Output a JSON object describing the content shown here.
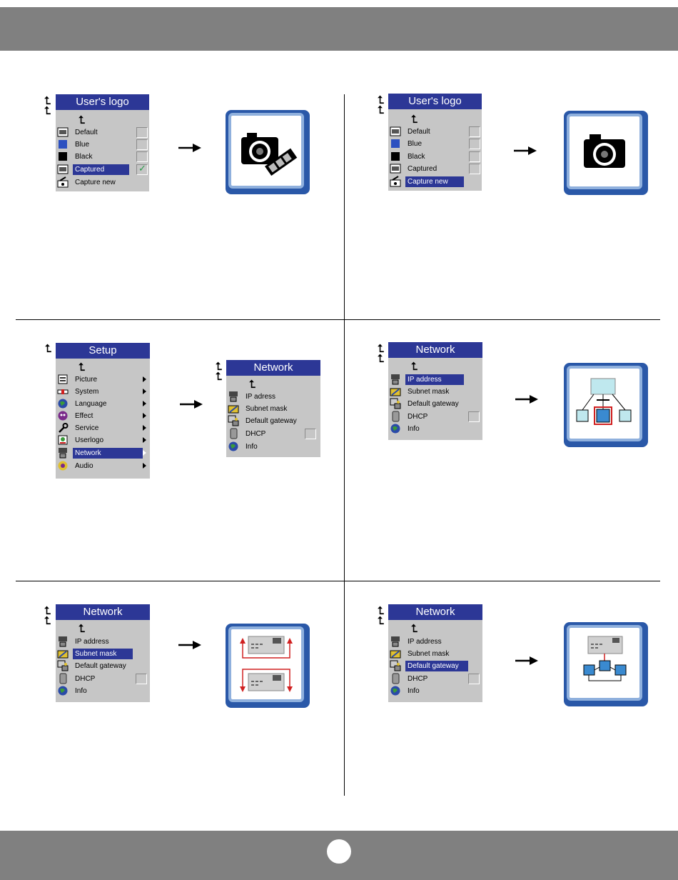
{
  "panels": {
    "logo_captured": {
      "title": "User's logo",
      "items": [
        "Default",
        "Blue",
        "Black",
        "Captured",
        "Capture new"
      ]
    },
    "logo_capture_new": {
      "title": "User's logo",
      "items": [
        "Default",
        "Blue",
        "Black",
        "Captured",
        "Capture new"
      ]
    },
    "setup": {
      "title": "Setup",
      "items": [
        "Picture",
        "System",
        "Language",
        "Effect",
        "Service",
        "Userlogo",
        "Network",
        "Audio"
      ]
    },
    "network_popup": {
      "title": "Network",
      "items": [
        "IP adress",
        "Subnet mask",
        "Default gateway",
        "DHCP",
        "Info"
      ]
    },
    "network_ip": {
      "title": "Network",
      "items": [
        "IP address",
        "Subnet mask",
        "Default gateway",
        "DHCP",
        "Info"
      ]
    },
    "network_subnet": {
      "title": "Network",
      "items": [
        "IP address",
        "Subnet mask",
        "Default gateway",
        "DHCP",
        "Info"
      ]
    },
    "network_gateway": {
      "title": "Network",
      "items": [
        "IP address",
        "Subnet mask",
        "Default gateway",
        "DHCP",
        "Info"
      ]
    }
  },
  "selected": {
    "logo_captured": "Captured",
    "logo_capture_new": "Capture new",
    "setup": "Network",
    "network_ip": "IP address",
    "network_subnet": "Subnet mask",
    "network_gateway": "Default gateway"
  },
  "icons": {
    "back": "back-arrow-icon",
    "camera": "camera-icon",
    "network": "network-icon",
    "checkmark": "checkmark-icon"
  },
  "colors": {
    "title_bar": "#2c3796",
    "menu_bg": "#c6c6c6",
    "frame_dark": "#2a58a8",
    "frame_light": "#8fb0dd",
    "page_bars": "#808080"
  }
}
